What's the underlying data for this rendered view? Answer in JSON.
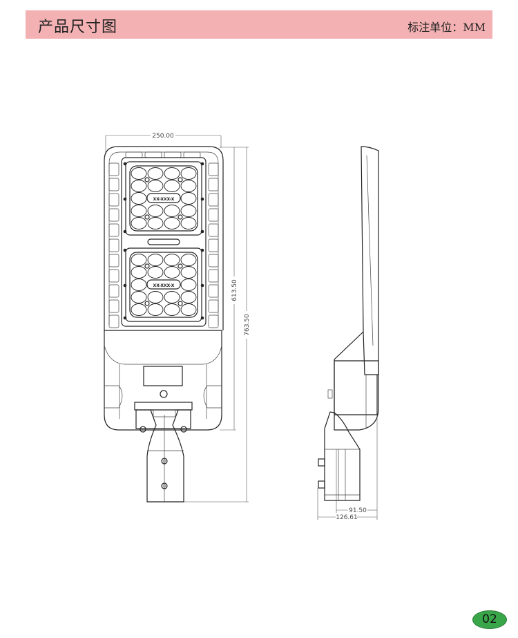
{
  "header": {
    "title": "产品尺寸图",
    "unit_label": "标注单位：MM",
    "background": "#f4b1b3"
  },
  "drawing": {
    "front_view": {
      "width_dim": "250.00",
      "lamp_height_dim": "613.50",
      "total_height_dim": "763.50",
      "module_label": "XX-XXX-X"
    },
    "side_view": {
      "depth_dim": "91.50",
      "total_depth_dim": "126.61"
    }
  },
  "footer": {
    "page_number": "02",
    "badge_color": "#3aa64a"
  }
}
